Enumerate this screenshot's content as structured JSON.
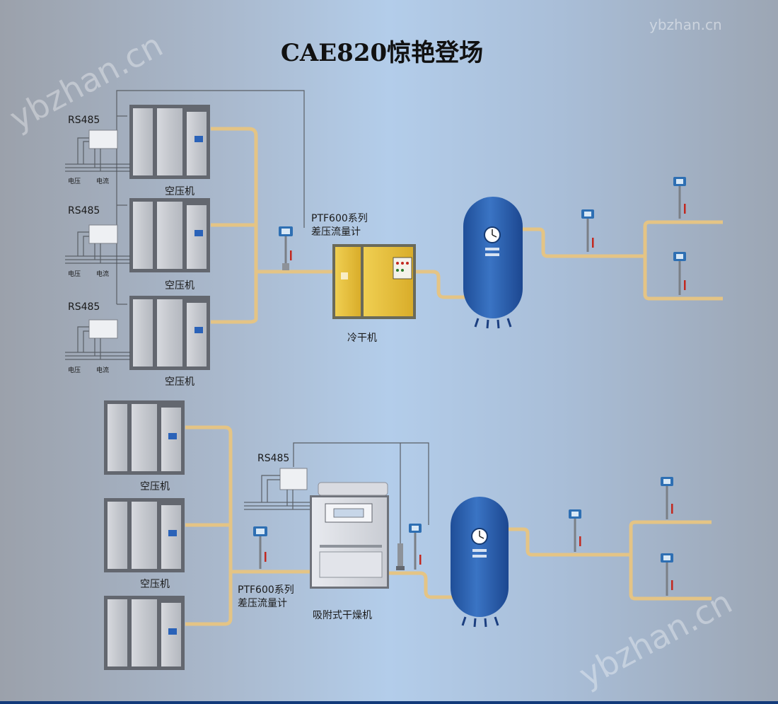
{
  "title": "CAE820惊艳登场",
  "watermarks": {
    "top_left": "ybzhan.cn",
    "top_right": "ybzhan.cn",
    "bottom_right": "ybzhan.cn"
  },
  "top_section": {
    "compressors": [
      {
        "rs485": "RS485",
        "voltage": "电压",
        "current": "电流",
        "label": "空压机"
      },
      {
        "rs485": "RS485",
        "voltage": "电压",
        "current": "电流",
        "label": "空压机"
      },
      {
        "rs485": "RS485",
        "voltage": "电压",
        "current": "电流",
        "label": "空压机"
      }
    ],
    "flowmeter": {
      "line1": "PTF600系列",
      "line2": "差压流量计"
    },
    "dryer_label": "冷干机"
  },
  "bottom_section": {
    "compressors": [
      {
        "label": "空压机"
      },
      {
        "label": "空压机"
      }
    ],
    "rs485": "RS485",
    "flowmeter": {
      "line1": "PTF600系列",
      "line2": "差压流量计"
    },
    "dryer_label": "吸附式干燥机"
  },
  "colors": {
    "pipe": "#e4c485",
    "tank": "#2d62b0",
    "dryer": "#e3bc38",
    "compressor_body": "#c9ccd2",
    "compressor_frame": "#5f636b",
    "accent_bar": "#123a7a"
  }
}
